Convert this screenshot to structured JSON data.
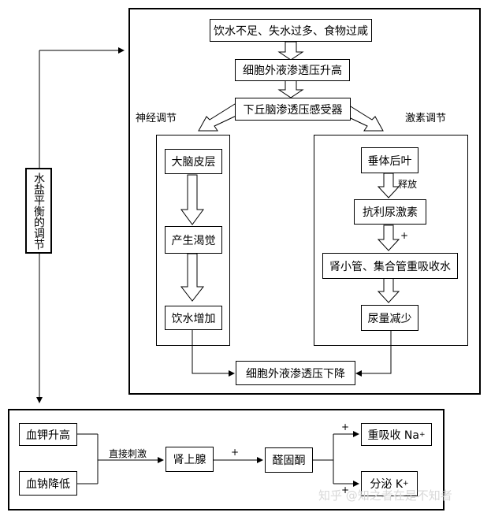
{
  "side_label": "水盐平衡的调节",
  "top": {
    "cause": "饮水不足、失水过多、食物过咸",
    "ecf_up": "细胞外液渗透压升高",
    "receptor": "下丘脑渗透压感受器",
    "neural_label": "神经调节",
    "hormonal_label": "激素调节",
    "neural": {
      "cortex": "大脑皮层",
      "thirst": "产生渴觉",
      "drink": "饮水增加"
    },
    "hormonal": {
      "pituitary": "垂体后叶",
      "release": "释放",
      "adh": "抗利尿激素",
      "plus": "+",
      "tubule": "肾小管、集合管重吸收水",
      "urine": "尿量减少"
    },
    "ecf_down": "细胞外液渗透压下降"
  },
  "bottom": {
    "k_high": "血钾升高",
    "na_low": "血钠降低",
    "direct": "直接刺激",
    "adrenal": "肾上腺",
    "plus1": "+",
    "aldosterone": "醛固酮",
    "plus2": "+",
    "plus3": "+",
    "reabsorb": "重吸收 Na",
    "reabsorb_sup": "+",
    "secrete": "分泌 K",
    "secrete_sup": "+"
  },
  "watermark": "知乎 @知之者在是不知者"
}
